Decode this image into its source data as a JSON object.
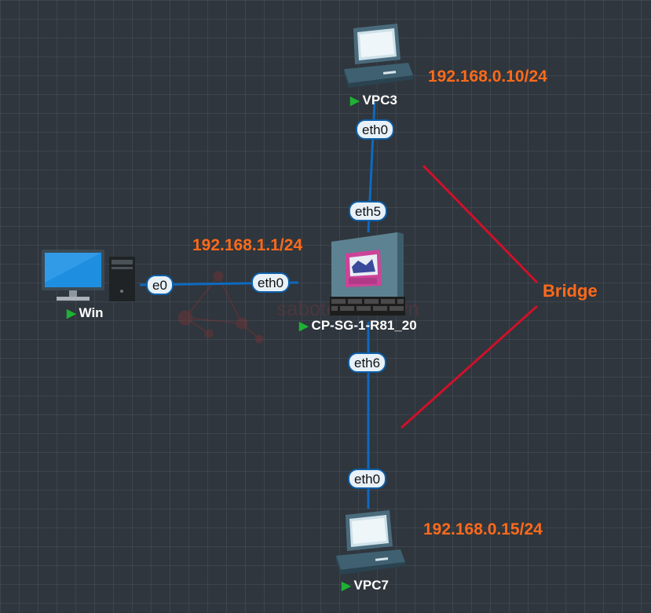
{
  "nodes": {
    "vpc3": {
      "label": "VPC3",
      "ip": "192.168.0.10/24"
    },
    "vpc7": {
      "label": "VPC7",
      "ip": "192.168.0.15/24"
    },
    "win": {
      "label": "Win"
    },
    "firewall": {
      "label": "CP-SG-1-R81_20",
      "ip": "192.168.1.1/24"
    }
  },
  "ports": {
    "vpc3_eth0": "eth0",
    "fw_eth5": "eth5",
    "fw_eth0": "eth0",
    "win_e0": "e0",
    "fw_eth6": "eth6",
    "vpc7_eth0": "eth0"
  },
  "annotation": {
    "bridge": "Bridge"
  },
  "watermark": "sabotec.com.vn",
  "colors": {
    "link": "#0d6ac0",
    "annotation": "#ff6a1a",
    "bridge_line": "#d0102a",
    "play": "#1db233"
  }
}
